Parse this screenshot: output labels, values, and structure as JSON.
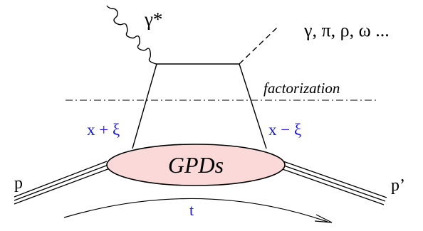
{
  "labels": {
    "virtual_photon": "γ*",
    "final_states": "γ, π, ρ, ω ...",
    "factorization": "factorization",
    "x_plus_xi": "x + ξ",
    "x_minus_xi": "x − ξ",
    "gpds": "GPDs",
    "proton_in": "p",
    "proton_out": "p’",
    "momentum_transfer": "t"
  },
  "colors": {
    "line": "#000000",
    "blue_text": "#1a1ad6",
    "blob_fill": "#fbd9d9",
    "background": "#ffffff"
  }
}
